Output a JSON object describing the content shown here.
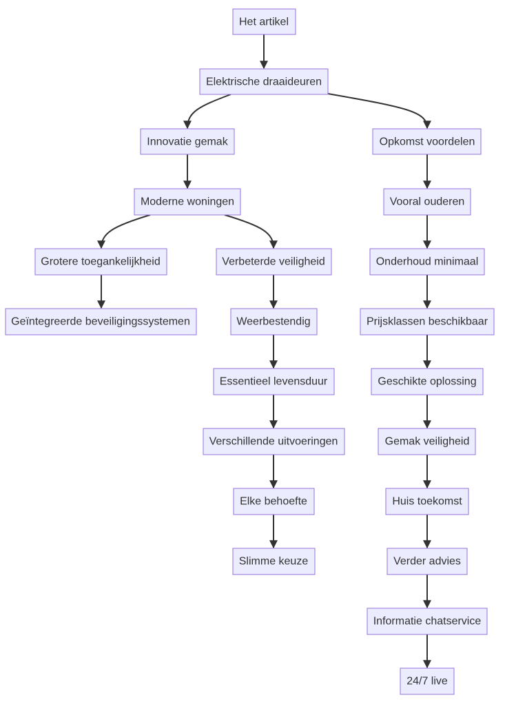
{
  "diagram": {
    "colors": {
      "node_fill": "#ECECFF",
      "node_border": "#9370DB",
      "edge": "#333333",
      "text": "#333333"
    },
    "nodes": {
      "artikel": "Het artikel",
      "draaideuren": "Elektrische draaideuren",
      "innovatie": "Innovatie gemak",
      "opkomst": "Opkomst voordelen",
      "moderne": "Moderne woningen",
      "ouderen": "Vooral ouderen",
      "toegankelijkheid": "Grotere toegankelijkheid",
      "veiligheid": "Verbeterde veiligheid",
      "onderhoud": "Onderhoud minimaal",
      "beveiliging": "Geïntegreerde beveiligingssystemen",
      "weerbestendig": "Weerbestendig",
      "prijsklassen": "Prijsklassen beschikbaar",
      "levensduur": "Essentieel levensduur",
      "oplossing": "Geschikte oplossing",
      "uitvoeringen": "Verschillende uitvoeringen",
      "gemak_veiligheid": "Gemak veiligheid",
      "behoefte": "Elke behoefte",
      "toekomst": "Huis toekomst",
      "keuze": "Slimme keuze",
      "advies": "Verder advies",
      "chatservice": "Informatie chatservice",
      "live": "24/7 live"
    }
  }
}
